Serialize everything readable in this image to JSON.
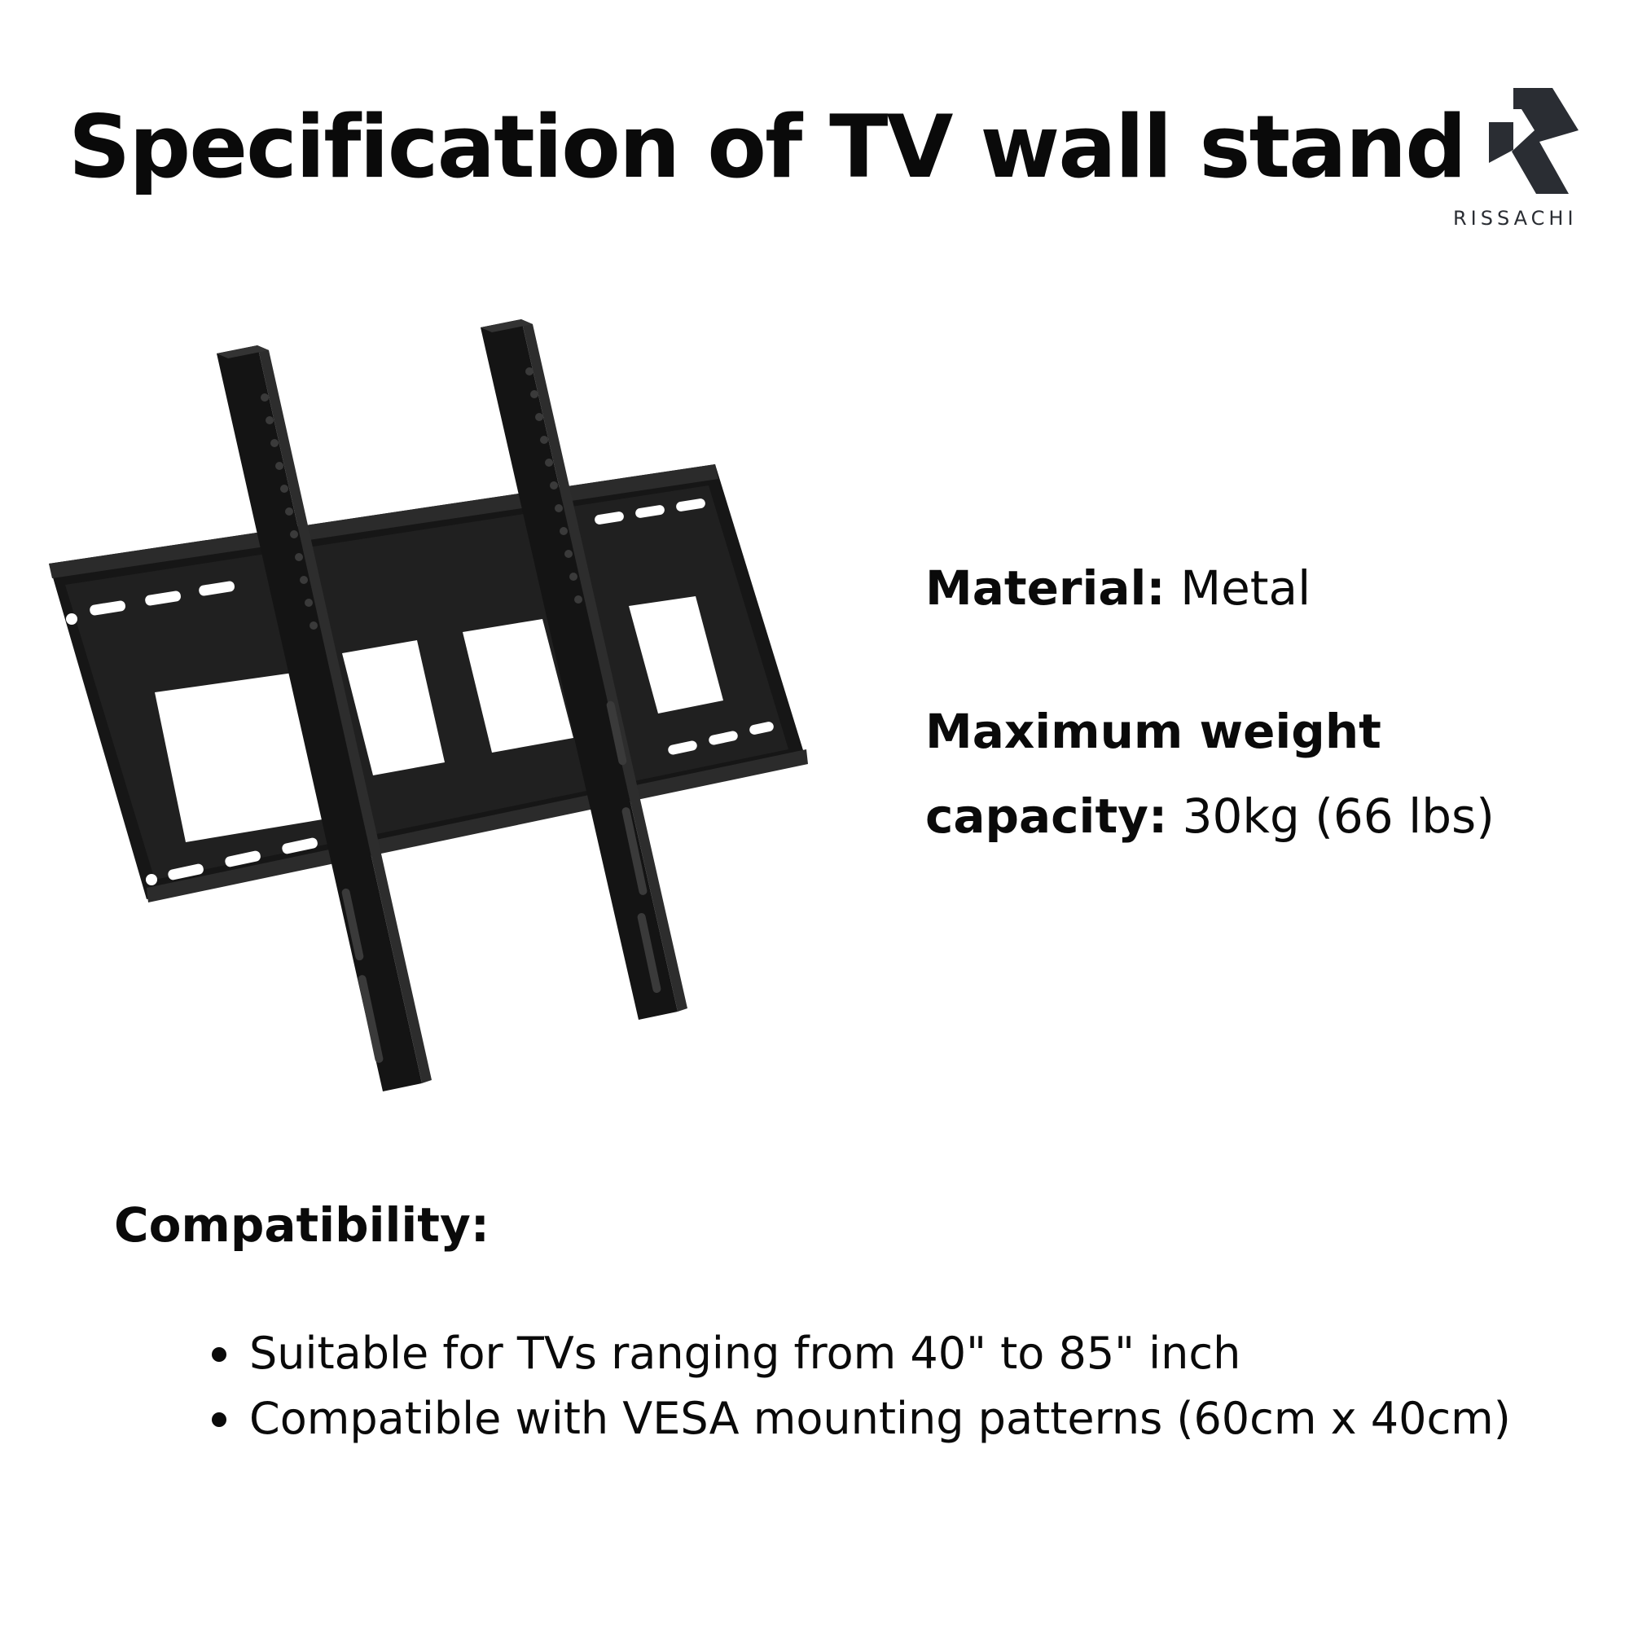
{
  "title": "Specification of TV wall stand",
  "brand": {
    "name": "RISSACHI",
    "logo": "stylized-r-logo-icon",
    "color": "#2a2d33"
  },
  "product_image": {
    "subject": "tv-wall-mount-bracket",
    "color": "#1a1a1a"
  },
  "specs": {
    "material": {
      "label": "Material:",
      "value": "Metal"
    },
    "weight": {
      "label_line1": "Maximum weight",
      "label_line2": "capacity:",
      "value": "30kg (66 lbs)"
    }
  },
  "compatibility": {
    "heading": "Compatibility:",
    "items": [
      "Suitable for TVs ranging from 40\" to 85\" inch",
      "Compatible with VESA mounting patterns (60cm x 40cm)"
    ]
  }
}
